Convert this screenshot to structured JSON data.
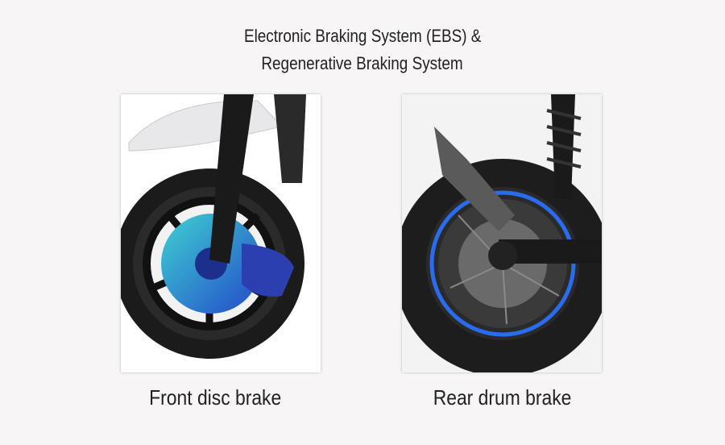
{
  "title": {
    "line1": "Electronic Braking System (EBS) &",
    "line2": "Regenerative Braking System"
  },
  "panels": [
    {
      "caption": "Front disc brake",
      "highlight_color": "#3fb8d8"
    },
    {
      "caption": "Rear drum brake",
      "highlight_color": "#2a6cf0"
    }
  ]
}
